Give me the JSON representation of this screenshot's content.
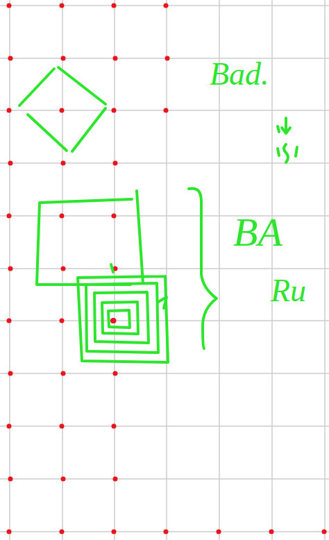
{
  "diagram": {
    "labels": [
      "Bad.",
      "BA",
      "Ru"
    ]
  }
}
